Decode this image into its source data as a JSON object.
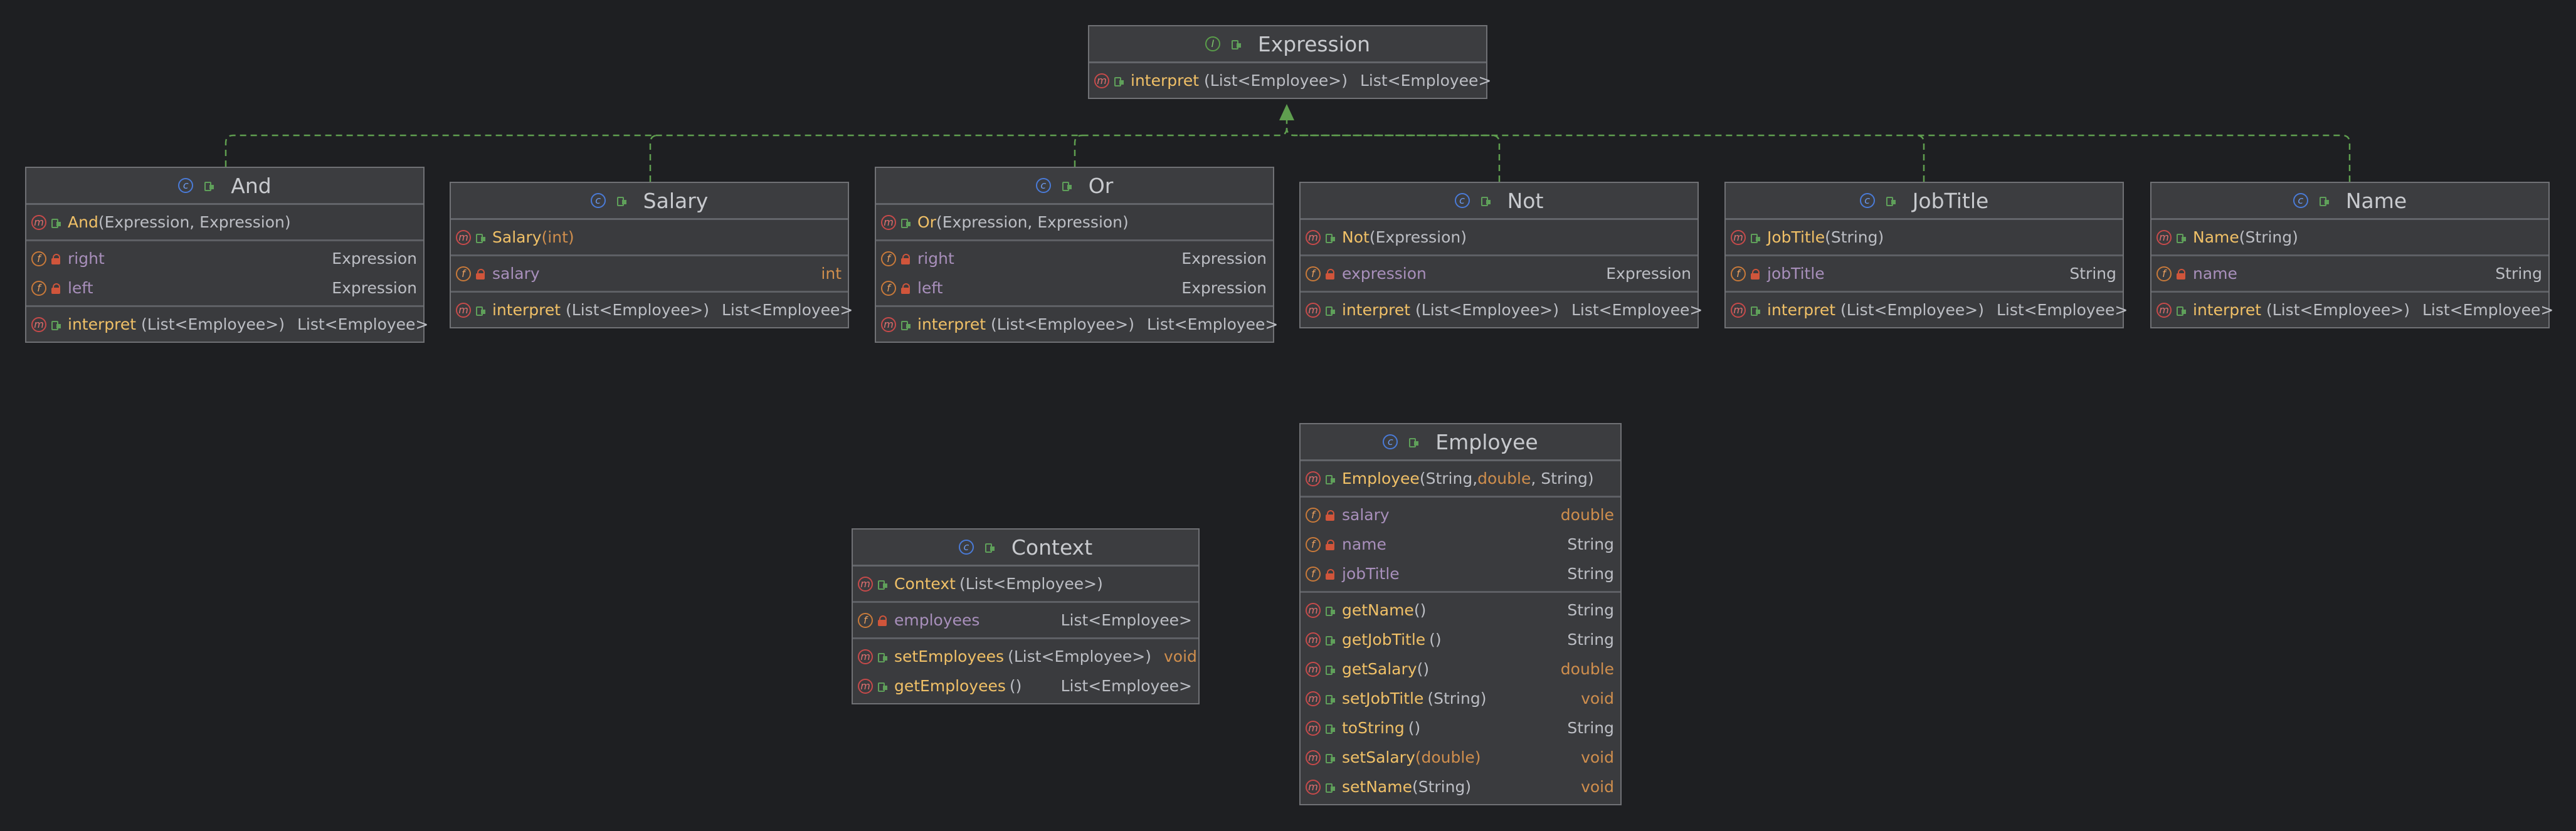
{
  "colors": {
    "background": "#1e1f22",
    "node_fill": "#3a3b3e",
    "node_border": "#707175",
    "edge": "#5f9e4f",
    "method_name": "#f0c067",
    "field_name": "#a88fbb",
    "primitive_type": "#cf8e4d"
  },
  "icons": {
    "method": "method-badge-icon",
    "field": "field-badge-icon",
    "class": "class-badge-icon",
    "interface": "interface-badge-icon",
    "public": "public-visibility-icon",
    "private": "private-lock-icon"
  },
  "expression": {
    "title": "Expression",
    "method": {
      "name": "interpret",
      "params": "(List<Employee>)",
      "ret": "List<Employee>"
    }
  },
  "and": {
    "title": "And",
    "ctor": {
      "name": "And",
      "params": "(Expression, Expression)"
    },
    "fields": [
      {
        "name": "right",
        "type": "Expression"
      },
      {
        "name": "left",
        "type": "Expression"
      }
    ],
    "method": {
      "name": "interpret",
      "params": "(List<Employee>)",
      "ret": "List<Employee>"
    }
  },
  "salary": {
    "title": "Salary",
    "ctor": {
      "name": "Salary",
      "params": "(int)"
    },
    "field": {
      "name": "salary",
      "type": "int"
    },
    "method": {
      "name": "interpret",
      "params": "(List<Employee>)",
      "ret": "List<Employee>"
    }
  },
  "or": {
    "title": "Or",
    "ctor": {
      "name": "Or",
      "params": "(Expression, Expression)"
    },
    "fields": [
      {
        "name": "right",
        "type": "Expression"
      },
      {
        "name": "left",
        "type": "Expression"
      }
    ],
    "method": {
      "name": "interpret",
      "params": "(List<Employee>)",
      "ret": "List<Employee>"
    }
  },
  "not": {
    "title": "Not",
    "ctor": {
      "name": "Not",
      "params": "(Expression)"
    },
    "field": {
      "name": "expression",
      "type": "Expression"
    },
    "method": {
      "name": "interpret",
      "params": "(List<Employee>)",
      "ret": "List<Employee>"
    }
  },
  "jobtitle": {
    "title": "JobTitle",
    "ctor": {
      "name": "JobTitle",
      "params": "(String)"
    },
    "field": {
      "name": "jobTitle",
      "type": "String"
    },
    "method": {
      "name": "interpret",
      "params": "(List<Employee>)",
      "ret": "List<Employee>"
    }
  },
  "name": {
    "title": "Name",
    "ctor": {
      "name": "Name",
      "params": "(String)"
    },
    "field": {
      "name": "name",
      "type": "String"
    },
    "method": {
      "name": "interpret",
      "params": "(List<Employee>)",
      "ret": "List<Employee>"
    }
  },
  "context": {
    "title": "Context",
    "ctor": {
      "name": "Context",
      "params": "(List<Employee>)"
    },
    "field": {
      "name": "employees",
      "type": "List<Employee>"
    },
    "methods": [
      {
        "name": "setEmployees",
        "params": "(List<Employee>)",
        "ret": "void"
      },
      {
        "name": "getEmployees",
        "params": "()",
        "ret": "List<Employee>"
      }
    ]
  },
  "employee": {
    "title": "Employee",
    "ctor": {
      "name": "Employee",
      "p1": "(String, ",
      "p2": "double",
      "p3": ", String)"
    },
    "fields": [
      {
        "name": "salary",
        "type": "double"
      },
      {
        "name": "name",
        "type": "String"
      },
      {
        "name": "jobTitle",
        "type": "String"
      }
    ],
    "methods": [
      {
        "name": "getName",
        "params": "()",
        "ret": "String"
      },
      {
        "name": "getJobTitle",
        "params": "()",
        "ret": "String"
      },
      {
        "name": "getSalary",
        "params": "()",
        "ret": "double"
      },
      {
        "name": "setJobTitle",
        "params": "(String)",
        "ret": "void"
      },
      {
        "name": "toString",
        "params": "()",
        "ret": "String"
      },
      {
        "name": "setSalary",
        "params": "(double)",
        "ret": "void"
      },
      {
        "name": "setName",
        "params": "(String)",
        "ret": "void"
      }
    ]
  }
}
